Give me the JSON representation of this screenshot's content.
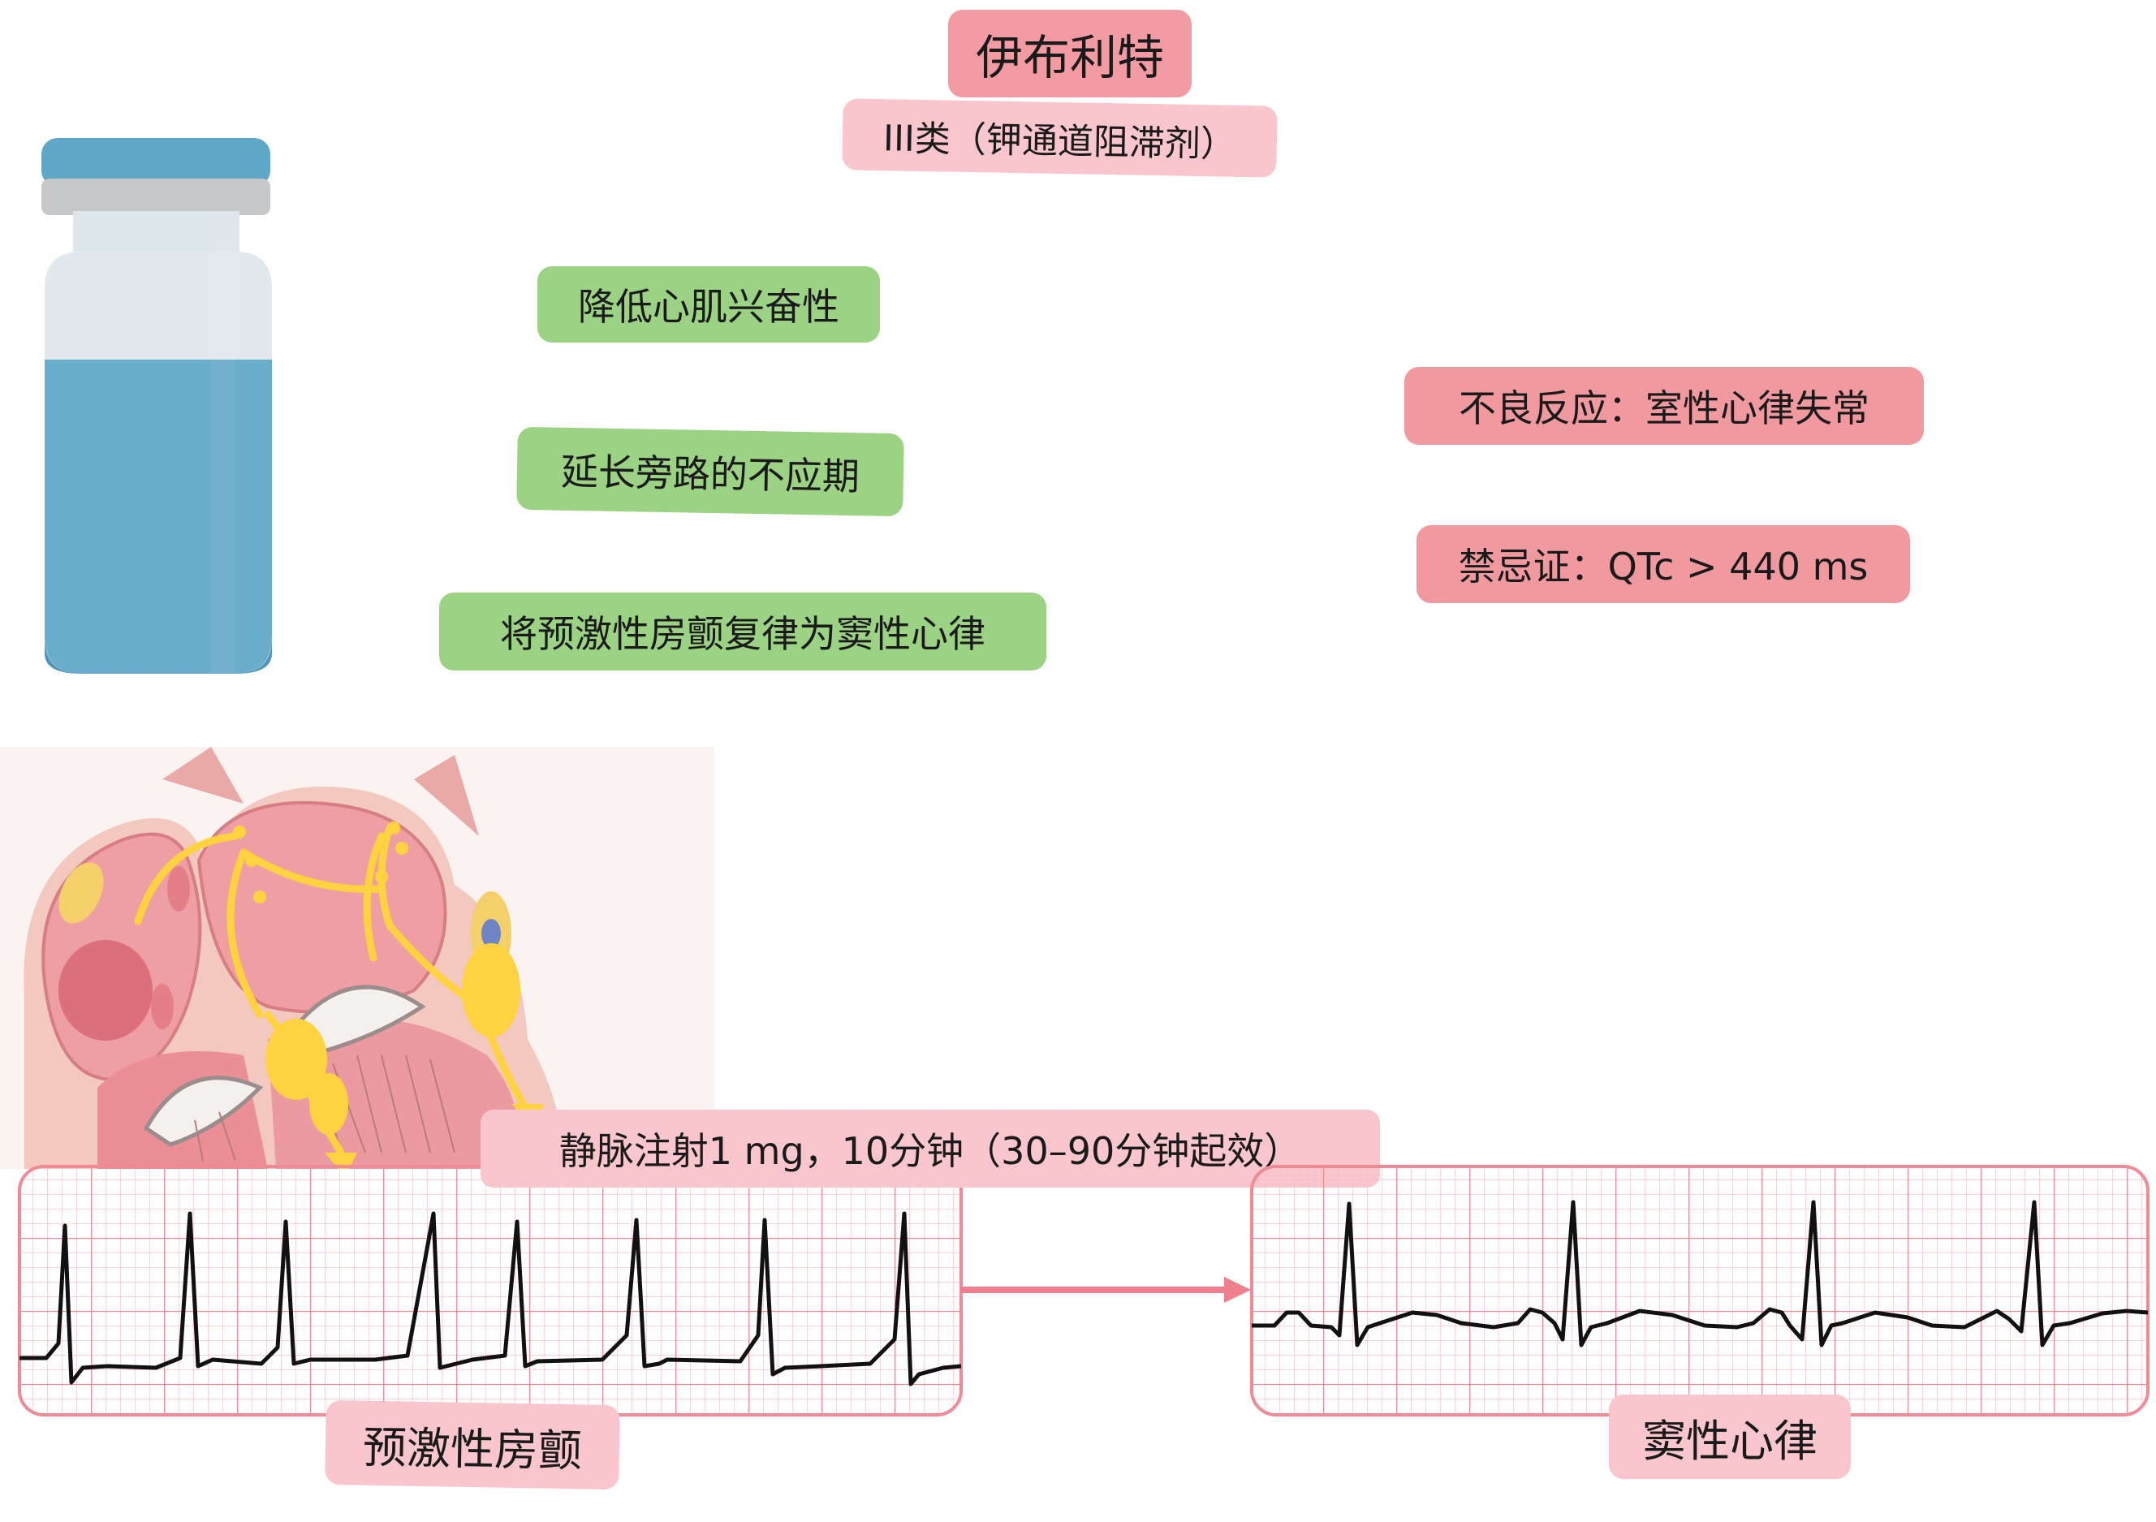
{
  "title": "伊布利特",
  "subtitle": "III类（钾通道阻滞剂）",
  "effects": [
    "降低心肌兴奋性",
    "延长旁路的不应期",
    "将预激性房颤复律为窦性心律"
  ],
  "warnings": {
    "adverse": "不良反应：室性心律失常",
    "contraindication": "禁忌证：QTc > 440 ms"
  },
  "dosing": "静脉注射1 mg，10分钟（30–90分钟起效）",
  "ecg_before_label": "预激性房颤",
  "ecg_after_label": "窦性心律",
  "icons": [
    "vial-icon",
    "heart-conduction-icon",
    "arrow-right-icon"
  ],
  "colors": {
    "title_bg": "#f29ba2",
    "label_bg": "#f8c6cc",
    "effect_bg": "#9bd283",
    "warning_bg": "#f09aa0",
    "ecg_grid": "#f08a96",
    "arrow": "#ef7f8c"
  }
}
